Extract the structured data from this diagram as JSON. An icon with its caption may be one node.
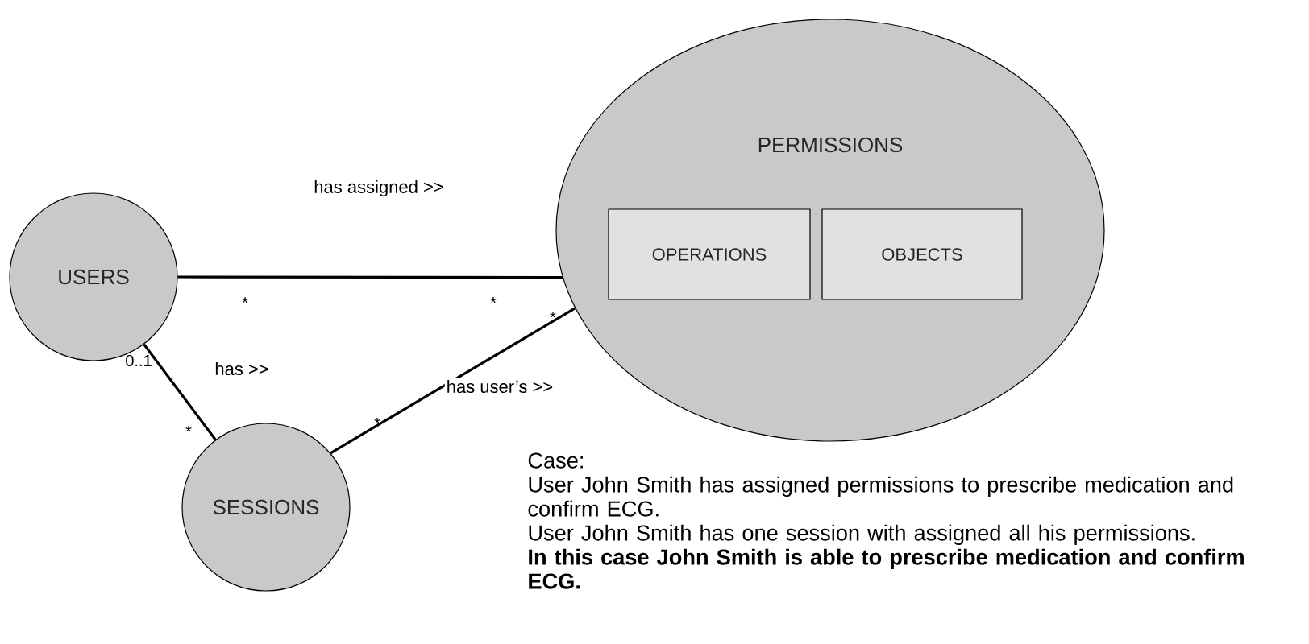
{
  "diagram": {
    "nodes": [
      {
        "text": [
          "USERS"
        ]
      },
      {
        "text": [
          "PERMISSIONS"
        ]
      },
      {
        "text": [
          "OPERATIONS"
        ],
        "in": 1
      },
      {
        "text": [
          "OBJECTS"
        ],
        "in": 1
      },
      {
        "text": [
          "SESSIONS"
        ]
      }
    ],
    "edges": [
      {
        "from": 0,
        "to": 1,
        "arrow": "none",
        "label": "has assigned >>"
      },
      {
        "from": 0,
        "to": 4,
        "arrow": "none",
        "label": "has >>"
      },
      {
        "from": 4,
        "to": 1,
        "arrow": "none",
        "label": "has user’s >>"
      }
    ],
    "labels": [
      "*",
      "*",
      "*",
      "0..1",
      "*",
      "*",
      "Case:",
      "User John Smith has assigned permissions to prescribe medication and confirm ECG.",
      "User John Smith has one session with assigned all his permissions.",
      "In this case John Smith is able to prescribe medication and confirm ECG."
    ]
  }
}
